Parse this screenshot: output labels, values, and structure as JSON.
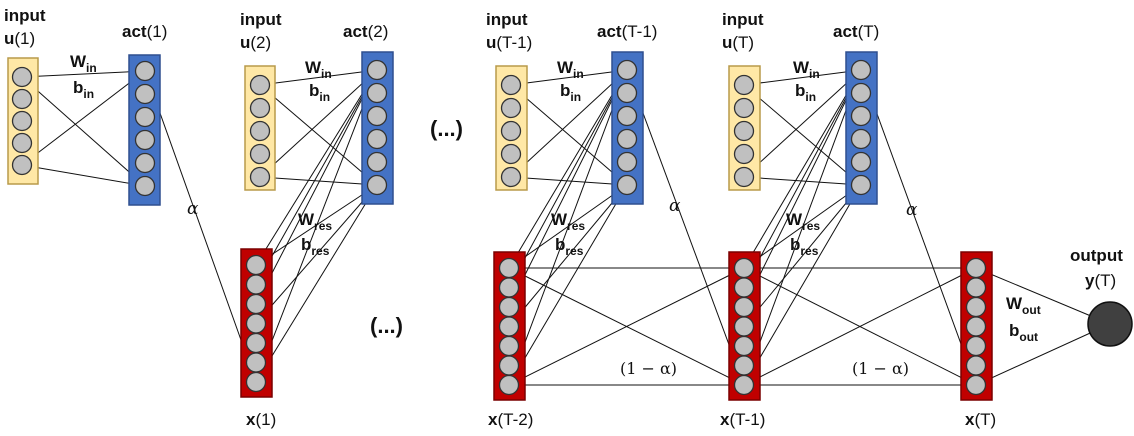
{
  "labels": {
    "input": "input",
    "act": "act",
    "output": "output",
    "x": "x",
    "u": "u",
    "y": "y",
    "W": "W",
    "b": "b",
    "sub_in": "in",
    "sub_res": "res",
    "sub_out": "out",
    "alpha": "α",
    "one_minus_alpha": "(1 − α)",
    "ellipsis": "(...)"
  },
  "steps": {
    "t1": "(1)",
    "t2": "(2)",
    "tTm1": "(T-1)",
    "tT": "(T)",
    "tTm2": "(T-2)"
  },
  "colors": {
    "input_fill": "#ffe8a6",
    "input_stroke": "#b89a4a",
    "act_fill": "#4472c4",
    "act_stroke": "#2f4f8f",
    "state_fill": "#c00000",
    "state_stroke": "#7a0000",
    "neuron_fill": "#c0c0c0",
    "neuron_stroke": "#333333",
    "output_fill": "#404040"
  }
}
